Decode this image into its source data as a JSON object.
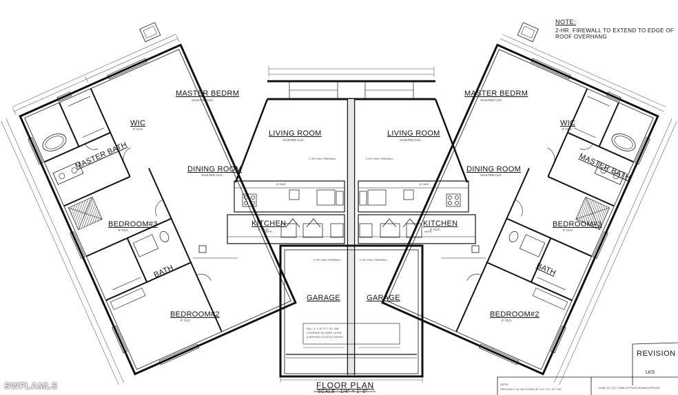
{
  "note": {
    "heading": "NOTE:",
    "line1": "2-HR. FIREWALL TO EXTEND TO EDGE OF",
    "line2": "ROOF OVERHANG"
  },
  "rooms": {
    "master_bedrm": "MASTER BEDRM",
    "master_bedrm_sub": "VAULTED CLG.",
    "wic": "WIC",
    "wic_sub": "8' CLG.",
    "master_bath": "MASTER BATH",
    "living_room": "LIVING ROOM",
    "living_room_sub": "VAULTED CLG.",
    "dining_room": "DINING ROOM",
    "dining_room_sub": "VAULTED CLG.",
    "kitchen": "KITCHEN",
    "kitchen_sub": "8' CLG.",
    "bedroom3": "BEDROOM#3",
    "bedroom3_sub": "8' CLG.",
    "bath": "BATH",
    "bedroom2": "BEDROOM#2",
    "bedroom2_sub": "8' CLG.",
    "garage": "GARAGE"
  },
  "labels": {
    "firewall": "2 HR CMU FIREWALL",
    "bar": "10' BAR",
    "refr": "REFR.",
    "pantry": "PANTRY"
  },
  "garage_note": {
    "line1": "DEL. 2\" x 10\" P.T. SO. BM",
    "line2": "COVERED W/ WIRE LATHE",
    "line3": "& APPLIED STUCCO FINISH"
  },
  "title": {
    "floor_plan": "FLOOR PLAN",
    "scale": "SCALE : 1/4\" = 1'-0\""
  },
  "revision": {
    "label": "REVISION",
    "initials": "LKS"
  },
  "footer_notes": {
    "left": "NOTE:",
    "left_line": "PROVIDE 2\"x4\" BLOCKING AT 4'-0\" O.C. AT THE",
    "right_line": "THAN 1/2\" (12.7 MM) GYPSUM BOARD APPLIED"
  },
  "watermark": "SWFLAMLS"
}
